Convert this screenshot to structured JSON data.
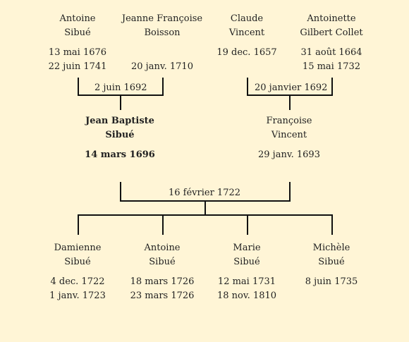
{
  "grandparents": [
    {
      "name1": "Antoine",
      "name2": "Sibué",
      "birth": "13 mai 1676",
      "death": "22 juin 1741"
    },
    {
      "name1": "Jeanne Françoise",
      "name2": "Boisson",
      "birth": "",
      "death": "20 janv. 1710"
    },
    {
      "name1": "Claude",
      "name2": "Vincent",
      "birth": "19 dec. 1657",
      "death": ""
    },
    {
      "name1": "Antoinette",
      "name2": "Gilbert Collet",
      "birth": "31 août 1664",
      "death": "15 mai 1732"
    }
  ],
  "marriages": {
    "left": "2 juin 1692",
    "right": "20 janvier 1692",
    "center": "16 février 1722"
  },
  "parents": [
    {
      "name1": "Jean Baptiste",
      "name2": "Sibué",
      "birth": "14 mars 1696",
      "death": ""
    },
    {
      "name1": "Françoise",
      "name2": "Vincent",
      "birth": "29 janv. 1693",
      "death": ""
    }
  ],
  "children": [
    {
      "name1": "Damienne",
      "name2": "Sibué",
      "birth": "4 dec. 1722",
      "death": "1 janv. 1723"
    },
    {
      "name1": "Antoine",
      "name2": "Sibué",
      "birth": "18 mars 1726",
      "death": "23 mars 1726"
    },
    {
      "name1": "Marie",
      "name2": "Sibué",
      "birth": "12 mai 1731",
      "death": "18 nov. 1810"
    },
    {
      "name1": "Michèle",
      "name2": "Sibué",
      "birth": "8 juin 1735",
      "death": ""
    }
  ]
}
